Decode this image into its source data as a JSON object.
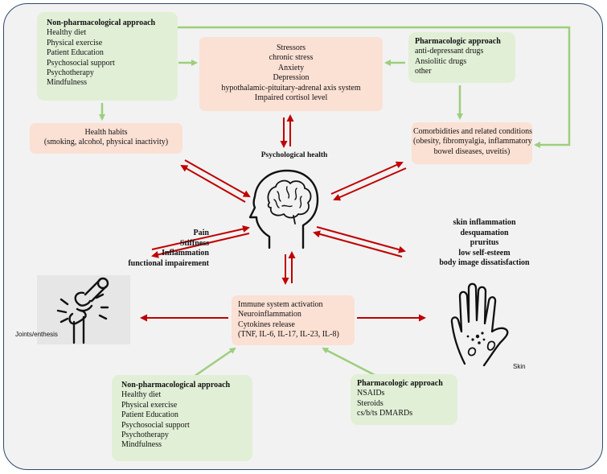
{
  "boxes": {
    "nonpharm_top": {
      "title": "Non-pharmacological approach",
      "items": [
        "Healthy diet",
        "Physical exercise",
        "Patient Education",
        "Psychosocial support",
        "Psychotherapy",
        "Mindfulness"
      ]
    },
    "stressors": {
      "items": [
        "Stressors",
        "chronic stress",
        "Anxiety",
        "Depression",
        "hypothalamic-pituitary-adrenal axis system",
        "Impaired cortisol level"
      ]
    },
    "pharm_top": {
      "title": "Pharmacologic approach",
      "items": [
        "anti-depressant drugs",
        "Ansiolitic drugs",
        "other"
      ]
    },
    "health_habits": {
      "items": [
        "Health habits",
        "(smoking, alcohol, physical inactivity)"
      ]
    },
    "comorbidities": {
      "items": [
        "Comorbidities and related conditions",
        "(obesity, fibromyalgia, inflammatory",
        "bowel diseases, uveitis)"
      ]
    },
    "immune": {
      "items": [
        "Immune system activation",
        "Neuroinflammation",
        "Cytokines release",
        "(TNF, IL-6, IL-17, IL-23, IL-8)"
      ]
    },
    "nonpharm_bottom": {
      "title": "Non-pharmacological approach",
      "items": [
        "Healthy diet",
        "Physical exercise",
        "Patient Education",
        "Psychosocial support",
        "Psychotherapy",
        "Mindfulness"
      ]
    },
    "pharm_bottom": {
      "title": "Pharmacologic approach",
      "items": [
        "NSAIDs",
        "Steroids",
        "cs/b/ts DMARDs"
      ]
    }
  },
  "labels": {
    "psych_health": "Psychological health",
    "joint_symptoms": [
      "Pain",
      "Stiffness",
      "Inflammation",
      "functional impairement"
    ],
    "skin_symptoms": [
      "skin inflammation",
      "desquamation",
      "pruritus",
      "low self-esteem",
      "body image dissatisfaction"
    ],
    "joints_caption": "Joints/enthesis",
    "skin_caption": "Skin"
  },
  "icons": {
    "head": "brain-head-icon",
    "joint": "joint-pain-icon",
    "hand": "skin-hand-icon"
  },
  "colors": {
    "frame_bg": "#f2f2f2",
    "frame_border": "#2f4a6b",
    "green_box": "#e1efd6",
    "pink_box": "#fbe0d4",
    "green_arrow": "#9ccf7c",
    "red_arrow": "#c00000"
  }
}
